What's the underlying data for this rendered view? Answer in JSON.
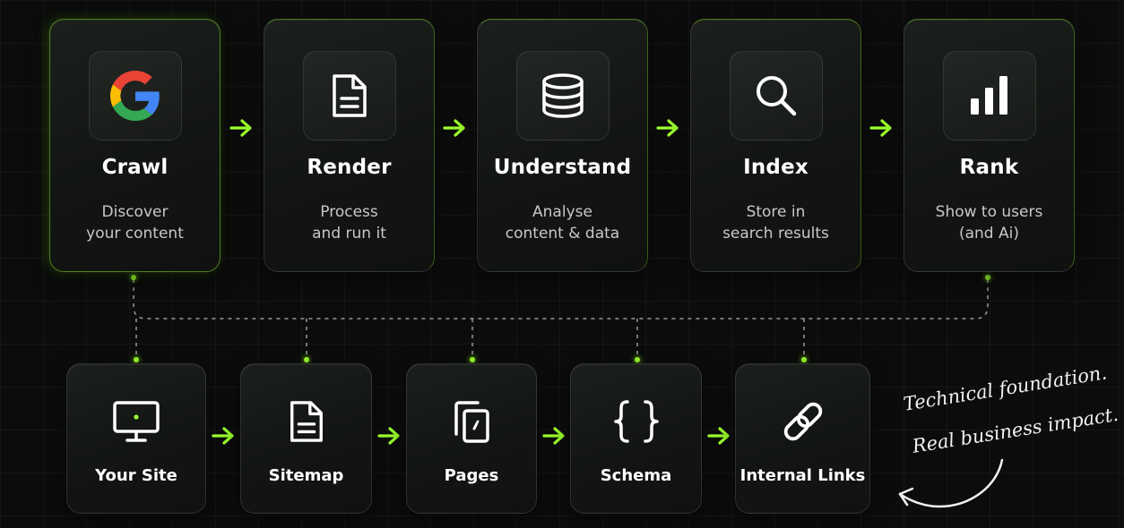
{
  "pipeline": [
    {
      "title": "Crawl",
      "desc": "Discover\nyour content",
      "icon": "google-g-icon"
    },
    {
      "title": "Render",
      "desc": "Process\nand run it",
      "icon": "document-icon"
    },
    {
      "title": "Understand",
      "desc": "Analyse\ncontent & data",
      "icon": "database-icon"
    },
    {
      "title": "Index",
      "desc": "Store in\nsearch results",
      "icon": "search-icon"
    },
    {
      "title": "Rank",
      "desc": "Show to users\n(and Ai)",
      "icon": "bar-chart-icon"
    }
  ],
  "foundation": [
    {
      "title": "Your Site",
      "icon": "monitor-icon"
    },
    {
      "title": "Sitemap",
      "icon": "document-icon"
    },
    {
      "title": "Pages",
      "icon": "pages-icon"
    },
    {
      "title": "Schema",
      "icon": "braces-icon"
    },
    {
      "title": "Internal Links",
      "icon": "link-icon"
    }
  ],
  "tagline": {
    "line1": "Technical foundation.",
    "line2": "Real business impact."
  },
  "colors": {
    "accent": "#9cff2e",
    "background": "#0b0c0b",
    "card": "#141714",
    "text_muted": "#c8c8c8"
  }
}
